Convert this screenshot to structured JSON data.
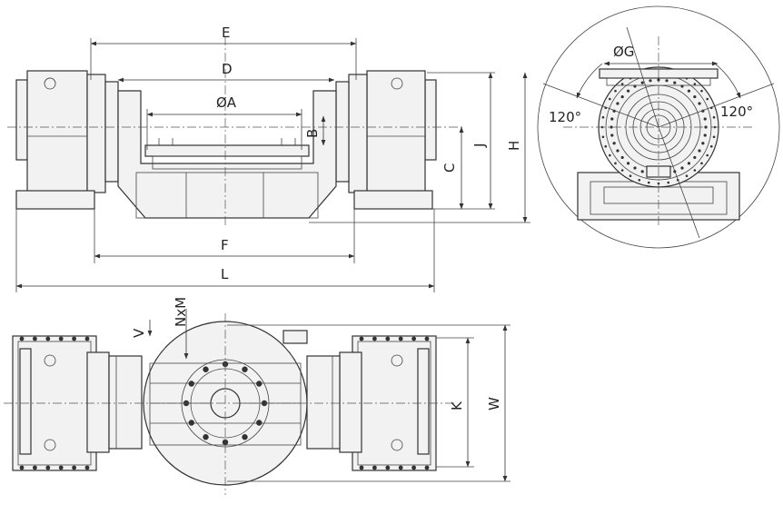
{
  "dimension_labels": {
    "E": "E",
    "D": "D",
    "A": "ØA",
    "B": "B",
    "C": "C",
    "J": "J",
    "H": "H",
    "F": "F",
    "L": "L",
    "G": "ØG",
    "angle_left": "120°",
    "angle_right": "120°",
    "NxM": "NxM",
    "V": "V",
    "K": "K",
    "W": "W"
  }
}
